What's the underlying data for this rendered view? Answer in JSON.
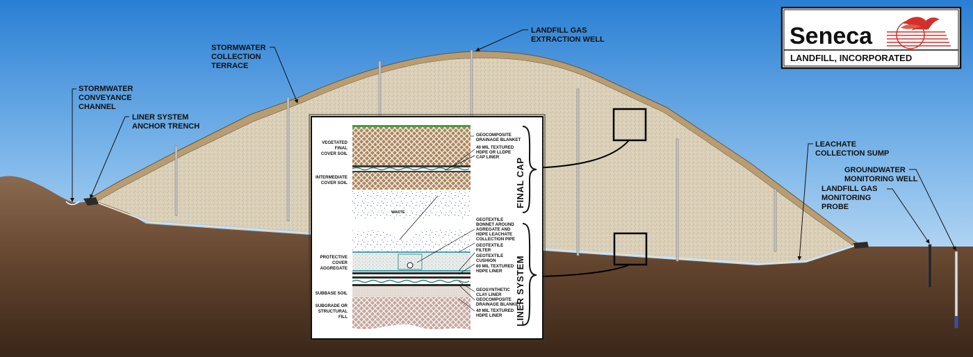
{
  "logo": {
    "name": "Seneca",
    "subtitle": "LANDFILL, INCORPORATED"
  },
  "callouts": {
    "stormwater_channel": [
      "STORMWATER",
      "CONVEYANCE",
      "CHANNEL"
    ],
    "anchor_trench": [
      "LINER SYSTEM",
      "ANCHOR TRENCH"
    ],
    "collection_terrace": [
      "STORMWATER",
      "COLLECTION",
      "TERRACE"
    ],
    "gas_well": [
      "LANDFILL GAS",
      "EXTRACTION WELL"
    ],
    "sump": [
      "LEACHATE",
      "COLLECTION SUMP"
    ],
    "groundwater_well": [
      "GROUNDWATER",
      "MONITORING WELL"
    ],
    "gas_probe": [
      "LANDFILL GAS",
      "MONITORING",
      "PROBE"
    ]
  },
  "inset": {
    "left_labels": {
      "veg_cover": [
        "VEGETATED",
        "FINAL",
        "COVER SOIL"
      ],
      "intermediate": [
        "INTERMEDIATE",
        "COVER SOIL"
      ],
      "protective": [
        "PROTECTIVE",
        "COVER",
        "AGGREGATE"
      ],
      "subbase": [
        "SUBBASE SOIL"
      ],
      "subgrade": [
        "SUBGRADE OR",
        "STRUCTURAL",
        "FILL"
      ]
    },
    "waste_label": "WASTE",
    "right_labels": {
      "geocomposite_top": [
        "GEOCOMPOSITE",
        "DRAINAGE BLANKET"
      ],
      "cap_liner": [
        "40 MIL TEXTURED",
        "HDPE OR LLDPE",
        "CAP LINER"
      ],
      "bonnet": [
        "GEOTEXTILE",
        "BONNET AROUND",
        "AGREGATE AND",
        "HDPE LEACHATE",
        "COLLECTION PIPE"
      ],
      "filter": [
        "GEOTEXTILE",
        "FILTER"
      ],
      "cushion": [
        "GEOTEXTILE",
        "CUSHION"
      ],
      "hdpe_60": [
        "60 MIL TEXTURED",
        "HDPE LINER"
      ],
      "gcl": [
        "GEOSYNTHETIC",
        "CLAY LINER"
      ],
      "geocomposite_bottom": [
        "GEOCOMPOSITE",
        "DRAINAGE BLANKET"
      ],
      "hdpe_40": [
        "40 MIL TEXTURED",
        "HDPE LINER"
      ]
    },
    "final_cap": "FINAL CAP",
    "liner_system": "LINER SYSTEM"
  },
  "colors": {
    "sky_top": "#2a7fd4",
    "sky_bottom": "#eaf3fb",
    "ground": "#6b4c34",
    "ground_dark": "#3e2a1c",
    "fill": "#ddd2bc",
    "cap_band": "#b59a6e",
    "logo_red": "#d4302a"
  }
}
